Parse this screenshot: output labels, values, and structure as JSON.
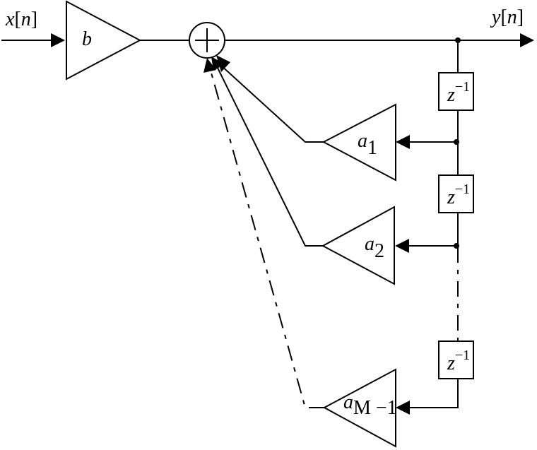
{
  "labels": {
    "input": {
      "sym": "x",
      "open": "[",
      "idx": "n",
      "close": "]"
    },
    "output": {
      "sym": "y",
      "open": "[",
      "idx": "n",
      "close": "]"
    },
    "gain_b": "b",
    "delay": {
      "base": "z",
      "exp": "−1"
    },
    "coef_1": {
      "base": "a",
      "sub": "1"
    },
    "coef_2": {
      "base": "a",
      "sub": "2"
    },
    "coef_m": {
      "base": "a",
      "sub": "M −1"
    }
  },
  "summer_symbol": "+"
}
